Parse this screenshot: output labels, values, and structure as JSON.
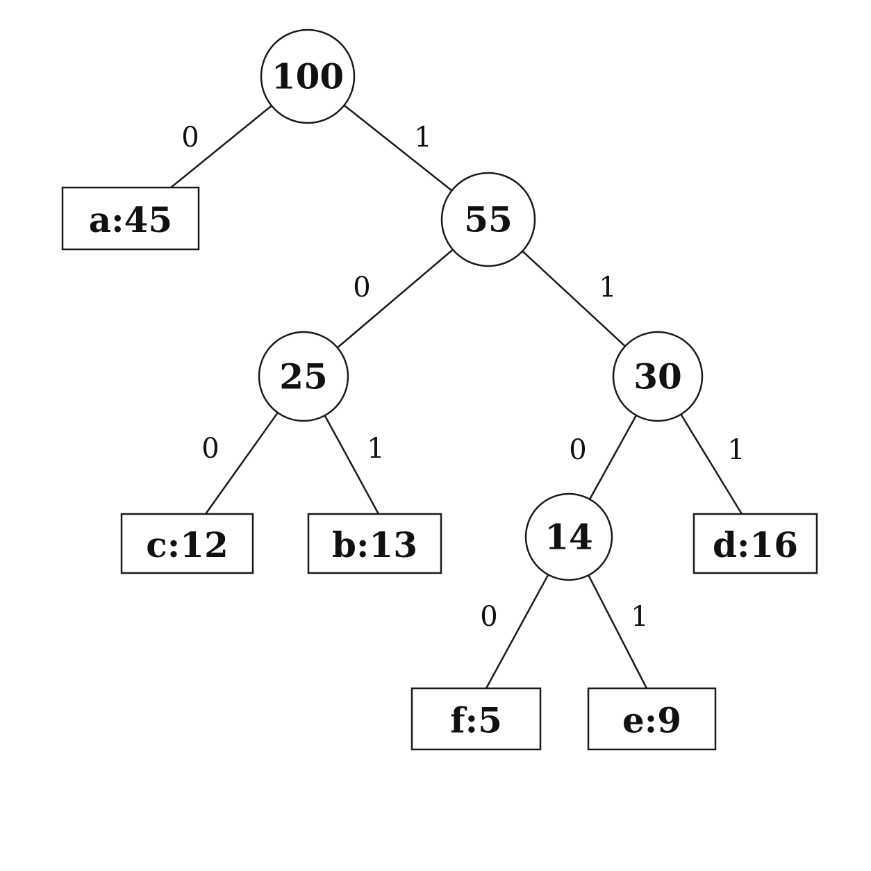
{
  "tree": {
    "internal_nodes": [
      {
        "id": "n100",
        "label": "100"
      },
      {
        "id": "n55",
        "label": "55"
      },
      {
        "id": "n25",
        "label": "25"
      },
      {
        "id": "n30",
        "label": "30"
      },
      {
        "id": "n14",
        "label": "14"
      }
    ],
    "leaves": [
      {
        "id": "la",
        "label": "a:45"
      },
      {
        "id": "lc",
        "label": "c:12"
      },
      {
        "id": "lb",
        "label": "b:13"
      },
      {
        "id": "ld",
        "label": "d:16"
      },
      {
        "id": "lf",
        "label": "f:5"
      },
      {
        "id": "le",
        "label": "e:9"
      }
    ],
    "edges": [
      {
        "from": "n100",
        "to": "la",
        "label": "0"
      },
      {
        "from": "n100",
        "to": "n55",
        "label": "1"
      },
      {
        "from": "n55",
        "to": "n25",
        "label": "0"
      },
      {
        "from": "n55",
        "to": "n30",
        "label": "1"
      },
      {
        "from": "n25",
        "to": "lc",
        "label": "0"
      },
      {
        "from": "n25",
        "to": "lb",
        "label": "1"
      },
      {
        "from": "n30",
        "to": "n14",
        "label": "0"
      },
      {
        "from": "n30",
        "to": "ld",
        "label": "1"
      },
      {
        "from": "n14",
        "to": "lf",
        "label": "0"
      },
      {
        "from": "n14",
        "to": "le",
        "label": "1"
      }
    ]
  }
}
